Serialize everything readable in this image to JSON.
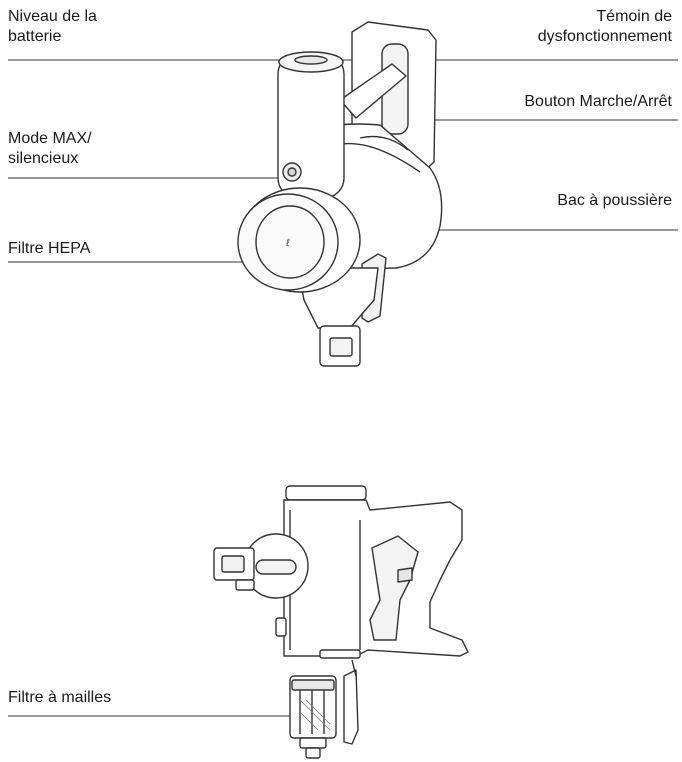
{
  "labels": {
    "battery_level": [
      "Niveau de la",
      "batterie"
    ],
    "malfunction_indicator": [
      "Témoin de",
      "dysfonctionnement"
    ],
    "power_button": "Bouton Marche/Arrêt",
    "max_silent_mode": [
      "Mode MAX/",
      "silencieux"
    ],
    "dust_bin": "Bac à poussière",
    "hepa_filter": "Filtre HEPA",
    "mesh_filter": "Filtre à mailles"
  }
}
